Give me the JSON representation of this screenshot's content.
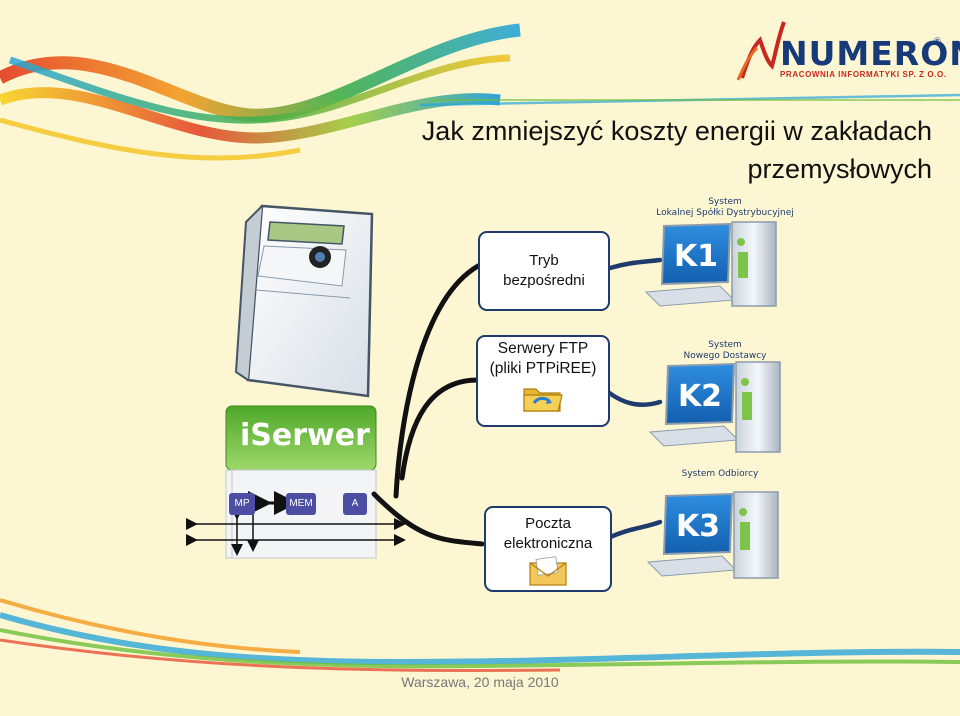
{
  "logo": {
    "name": "NUMERON",
    "reg": "®",
    "subtitle": "PRACOWNIA INFORMATYKI SP. Z O.O."
  },
  "title": {
    "line1": "Jak zmniejszyć koszty energii w zakładach",
    "line2": "przemysłowych"
  },
  "device": {
    "label": "iSerwer",
    "chips": [
      "MP",
      "MEM",
      "A"
    ]
  },
  "channels": [
    {
      "line1": "Tryb",
      "line2": "bezpośredni",
      "icon": ""
    },
    {
      "line1": "Serwery  FTP",
      "line2": "(pliki PTPiREE)",
      "icon": "folder-icon"
    },
    {
      "line1": "Poczta",
      "line2": "elektroniczna",
      "icon": "envelope-icon"
    }
  ],
  "systems": [
    {
      "label1": "System",
      "label2": "Lokalnej Spółki Dystrybucyjnej",
      "screen": "K1"
    },
    {
      "label1": "System",
      "label2": "Nowego Dostawcy",
      "screen": "K2"
    },
    {
      "label1": "System Odbiorcy",
      "label2": "",
      "screen": "K3"
    }
  ],
  "footer": "Warszawa, 20 maja 2010",
  "colors": {
    "navy": "#1f3b6e",
    "screen_blue": "#1e73c8",
    "chip": "#4b4ea3",
    "green": "#6bbf3a",
    "logo_red": "#c8281e",
    "logo_blue": "#173a7a",
    "background": "#fdf6d3"
  }
}
